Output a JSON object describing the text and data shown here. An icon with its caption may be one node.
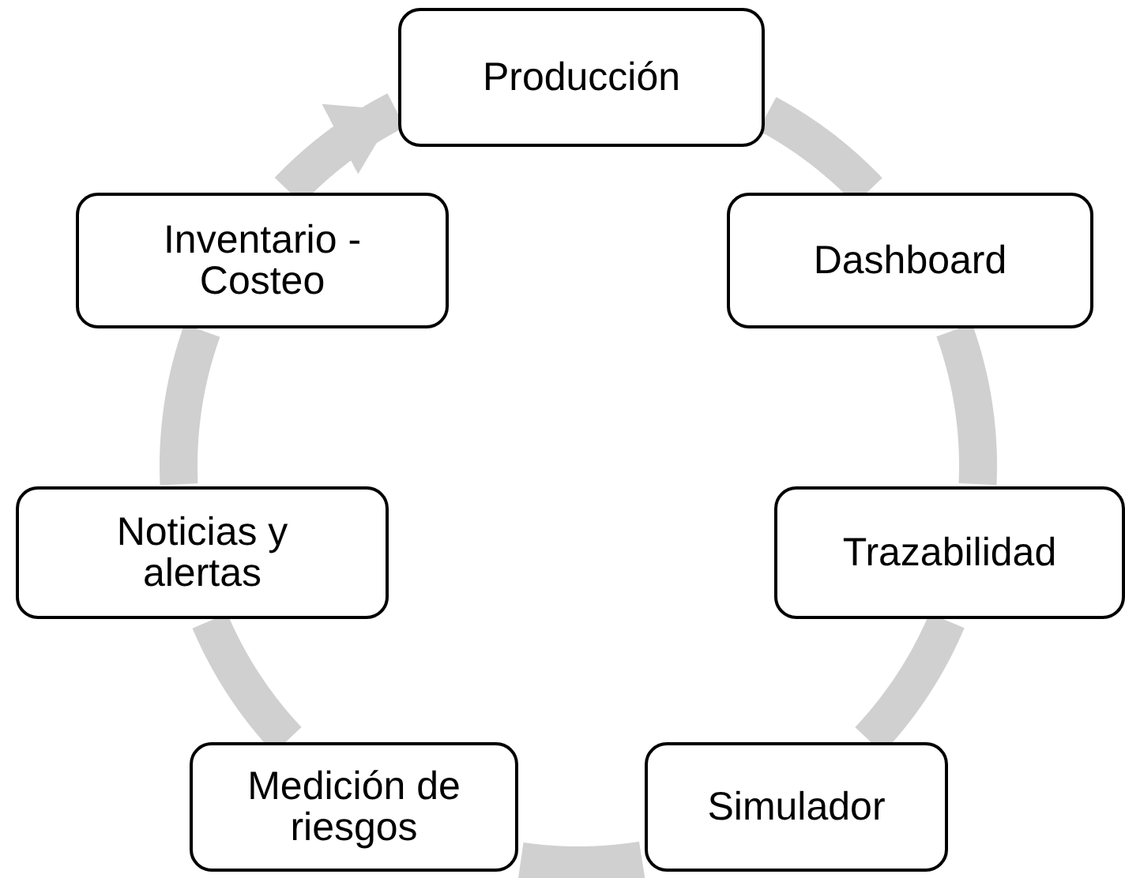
{
  "diagram": {
    "nodes": [
      {
        "text": [
          "Producción"
        ]
      },
      {
        "text": [
          "Dashboard"
        ]
      },
      {
        "text": [
          "Trazabilidad"
        ]
      },
      {
        "text": [
          "Simulador"
        ]
      },
      {
        "text": [
          "Medición de riesgos"
        ]
      },
      {
        "text": [
          "Noticias y alertas"
        ]
      },
      {
        "text": [
          "Inventario - Costeo"
        ]
      }
    ],
    "edges": [
      {
        "from": 0,
        "to": 1,
        "arrow": "none"
      },
      {
        "from": 1,
        "to": 2,
        "arrow": "none"
      },
      {
        "from": 2,
        "to": 3,
        "arrow": "none"
      },
      {
        "from": 3,
        "to": 4,
        "arrow": "none"
      },
      {
        "from": 4,
        "to": 5,
        "arrow": "none"
      },
      {
        "from": 5,
        "to": 6,
        "arrow": "none"
      },
      {
        "from": 6,
        "to": 0,
        "arrow": "to"
      }
    ]
  }
}
